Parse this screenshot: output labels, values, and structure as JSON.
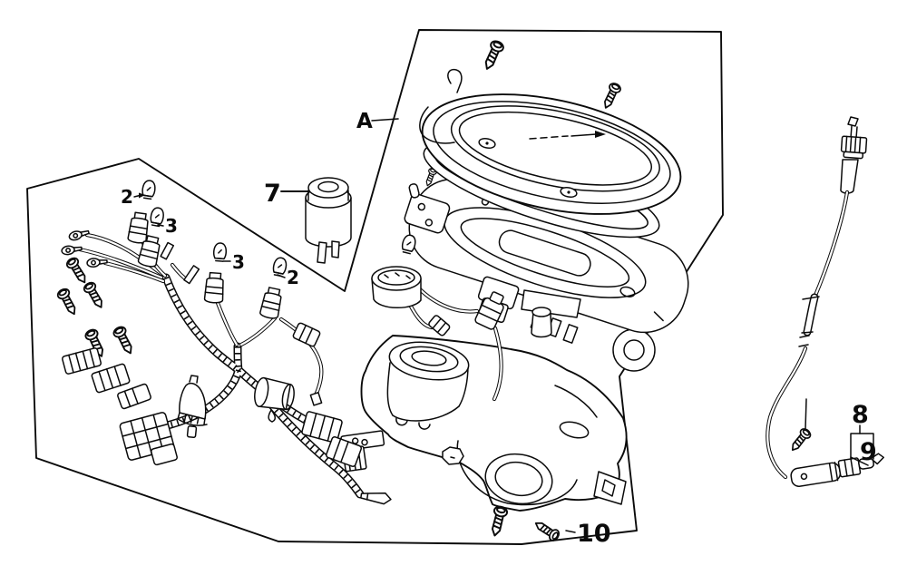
{
  "diagram": {
    "type": "exploded-parts-diagram",
    "subject": "meter assembly with wire harness and speedometer cable",
    "background_color": "#ffffff",
    "line_color": "#0b0b0b"
  },
  "callouts": {
    "assembly": {
      "text": "A"
    },
    "bulb_large_left": {
      "text": "2"
    },
    "bulb_small_left": {
      "text": "3"
    },
    "bulb_small_mid": {
      "text": "3"
    },
    "bulb_large_right": {
      "text": "2"
    },
    "canister": {
      "text": "7"
    },
    "cable": {
      "text": "8"
    },
    "cable_joint": {
      "text": "9"
    },
    "screw": {
      "text": "10"
    }
  }
}
